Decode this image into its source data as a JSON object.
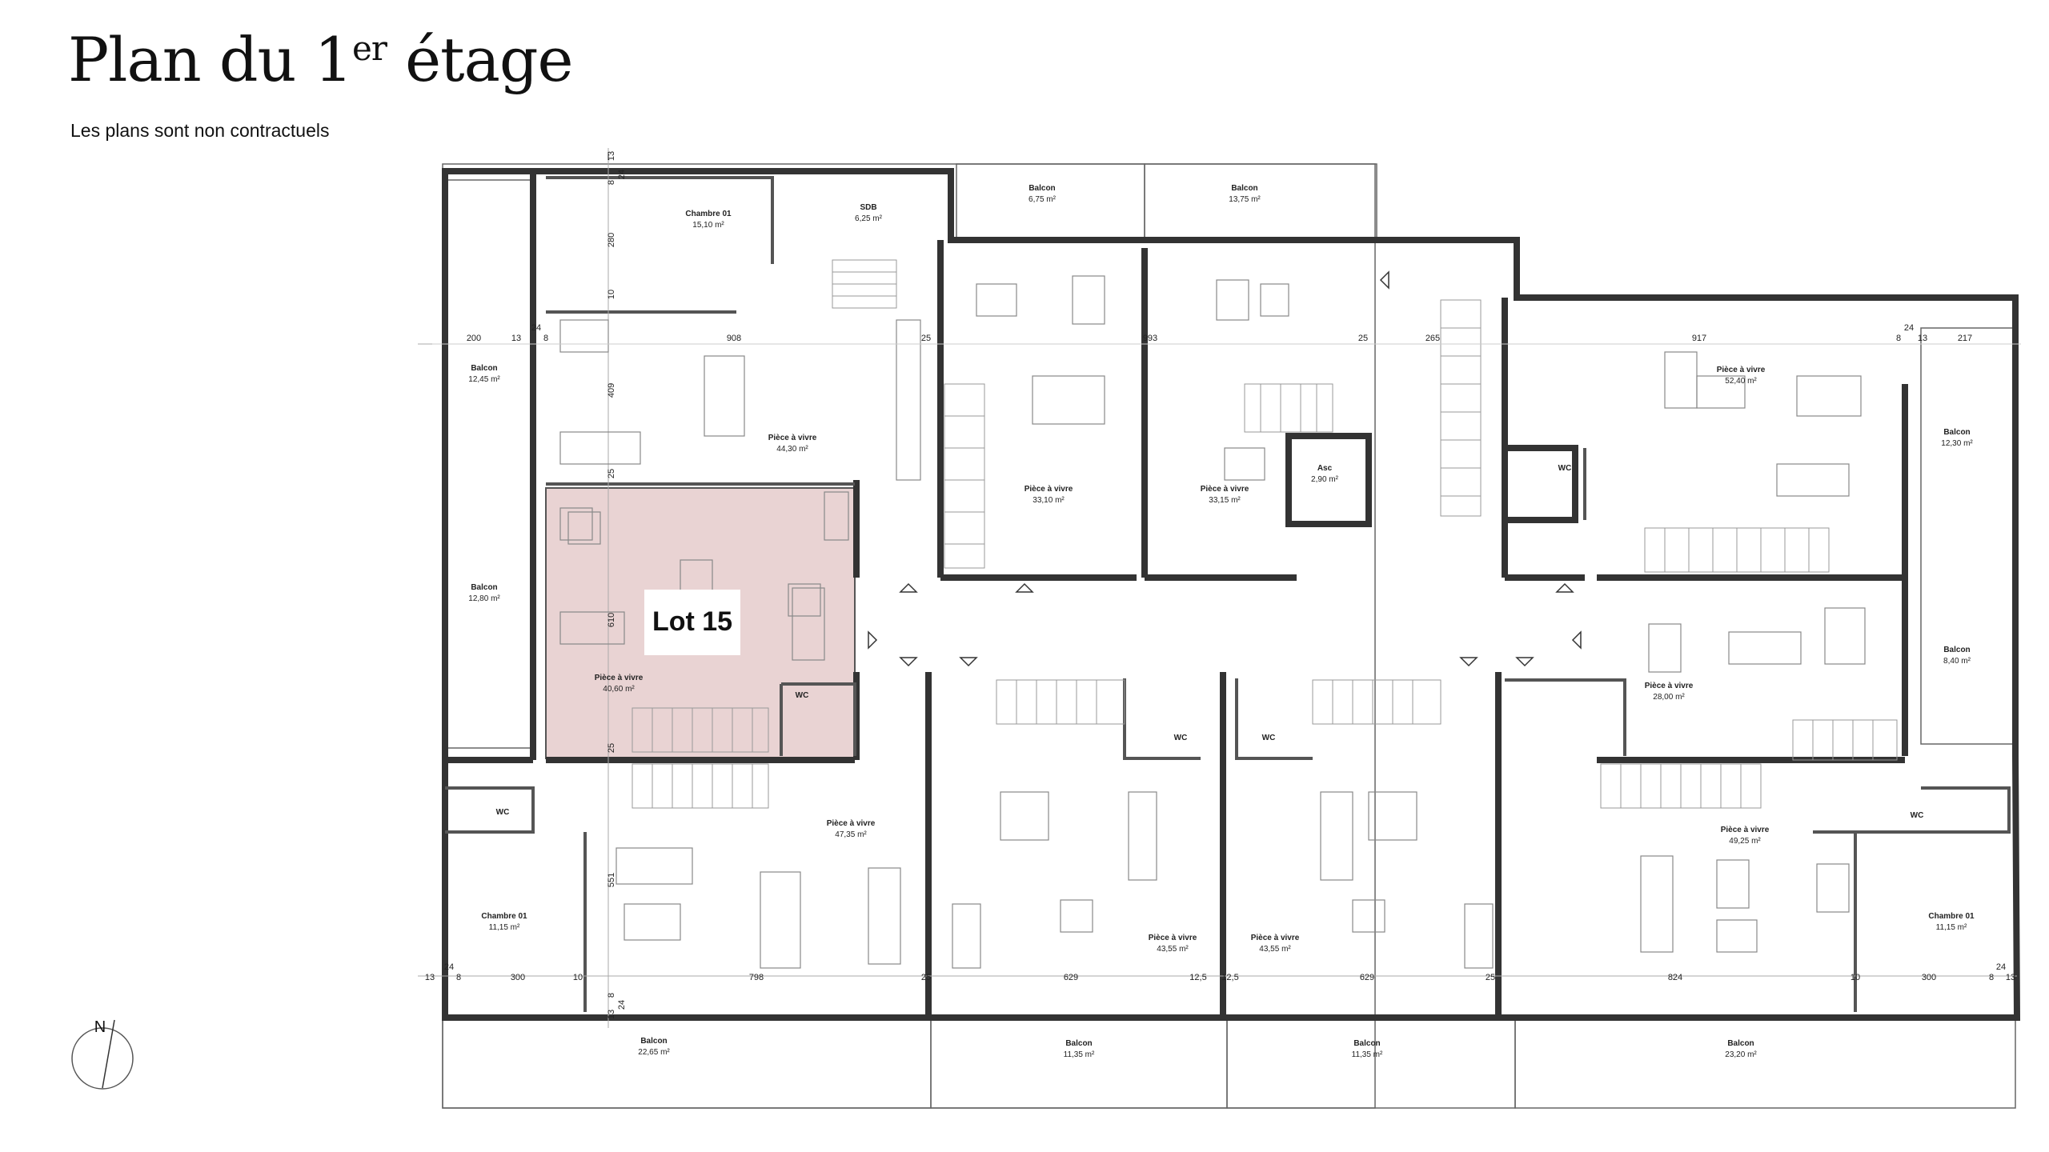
{
  "header": {
    "title_main": "Plan du 1",
    "title_sup": "er",
    "title_end": " étage",
    "subtitle": "Les plans sont non contractuels"
  },
  "highlight": {
    "lot_label": "Lot 15",
    "color": "#e9d3d3"
  },
  "compass": {
    "label": "N"
  },
  "rooms": {
    "balcon_top_1": {
      "name": "Balcon",
      "area": "6,75 m²"
    },
    "balcon_top_2": {
      "name": "Balcon",
      "area": "13,75 m²"
    },
    "chambre_nw": {
      "name": "Chambre 01",
      "area": "15,10 m²"
    },
    "sdb": {
      "name": "SDB",
      "area": "6,25 m²"
    },
    "balcon_w1": {
      "name": "Balcon",
      "area": "12,45 m²"
    },
    "balcon_w2": {
      "name": "Balcon",
      "area": "12,80 m²"
    },
    "pv_nw": {
      "name": "Pièce à vivre",
      "area": "44,30 m²"
    },
    "pv_n1": {
      "name": "Pièce à vivre",
      "area": "33,10 m²"
    },
    "pv_n2": {
      "name": "Pièce à vivre",
      "area": "33,15 m²"
    },
    "asc": {
      "name": "Asc",
      "area": "2,90 m²"
    },
    "pv_ne": {
      "name": "Pièce à vivre",
      "area": "52,40 m²"
    },
    "wc_ne": {
      "name": "WC"
    },
    "balcon_e1": {
      "name": "Balcon",
      "area": "12,30 m²"
    },
    "balcon_e2": {
      "name": "Balcon",
      "area": "8,40 m²"
    },
    "pv_lot": {
      "name": "Pièce à vivre",
      "area": "40,60 m²"
    },
    "wc_lot": {
      "name": "WC"
    },
    "pv_e": {
      "name": "Pièce à vivre",
      "area": "28,00 m²"
    },
    "wc_sw": {
      "name": "WC"
    },
    "pv_sw": {
      "name": "Pièce à vivre",
      "area": "47,35 m²"
    },
    "wc_s1": {
      "name": "WC"
    },
    "wc_s2": {
      "name": "WC"
    },
    "pv_s1": {
      "name": "Pièce à vivre",
      "area": "43,55 m²"
    },
    "pv_s2": {
      "name": "Pièce à vivre",
      "area": "43,55 m²"
    },
    "pv_se": {
      "name": "Pièce à vivre",
      "area": "49,25 m²"
    },
    "wc_se": {
      "name": "WC"
    },
    "chambre_sw": {
      "name": "Chambre 01",
      "area": "11,15 m²"
    },
    "chambre_se": {
      "name": "Chambre 01",
      "area": "11,15 m²"
    },
    "balcon_s1": {
      "name": "Balcon",
      "area": "22,65 m²"
    },
    "balcon_s2": {
      "name": "Balcon",
      "area": "11,35 m²"
    },
    "balcon_s3": {
      "name": "Balcon",
      "area": "11,35 m²"
    },
    "balcon_s4": {
      "name": "Balcon",
      "area": "23,20 m²"
    }
  },
  "dimensions": {
    "top_row": [
      "200",
      "13",
      "24",
      "8",
      "908",
      "25",
      "993",
      "25",
      "265",
      "917",
      "8",
      "24",
      "13",
      "217"
    ],
    "bottom_row": [
      "13",
      "24",
      "8",
      "300",
      "10",
      "798",
      "25",
      "629",
      "12,5",
      "12,5",
      "629",
      "25",
      "824",
      "10",
      "300",
      "8",
      "24",
      "13"
    ],
    "vertical": [
      "13",
      "24",
      "8",
      "280",
      "10",
      "409",
      "25",
      "610",
      "25",
      "551",
      "8",
      "24",
      "13"
    ]
  },
  "colors": {
    "wall": "#333333",
    "line": "#bbbbbb",
    "highlight": "#e9d3d3"
  }
}
